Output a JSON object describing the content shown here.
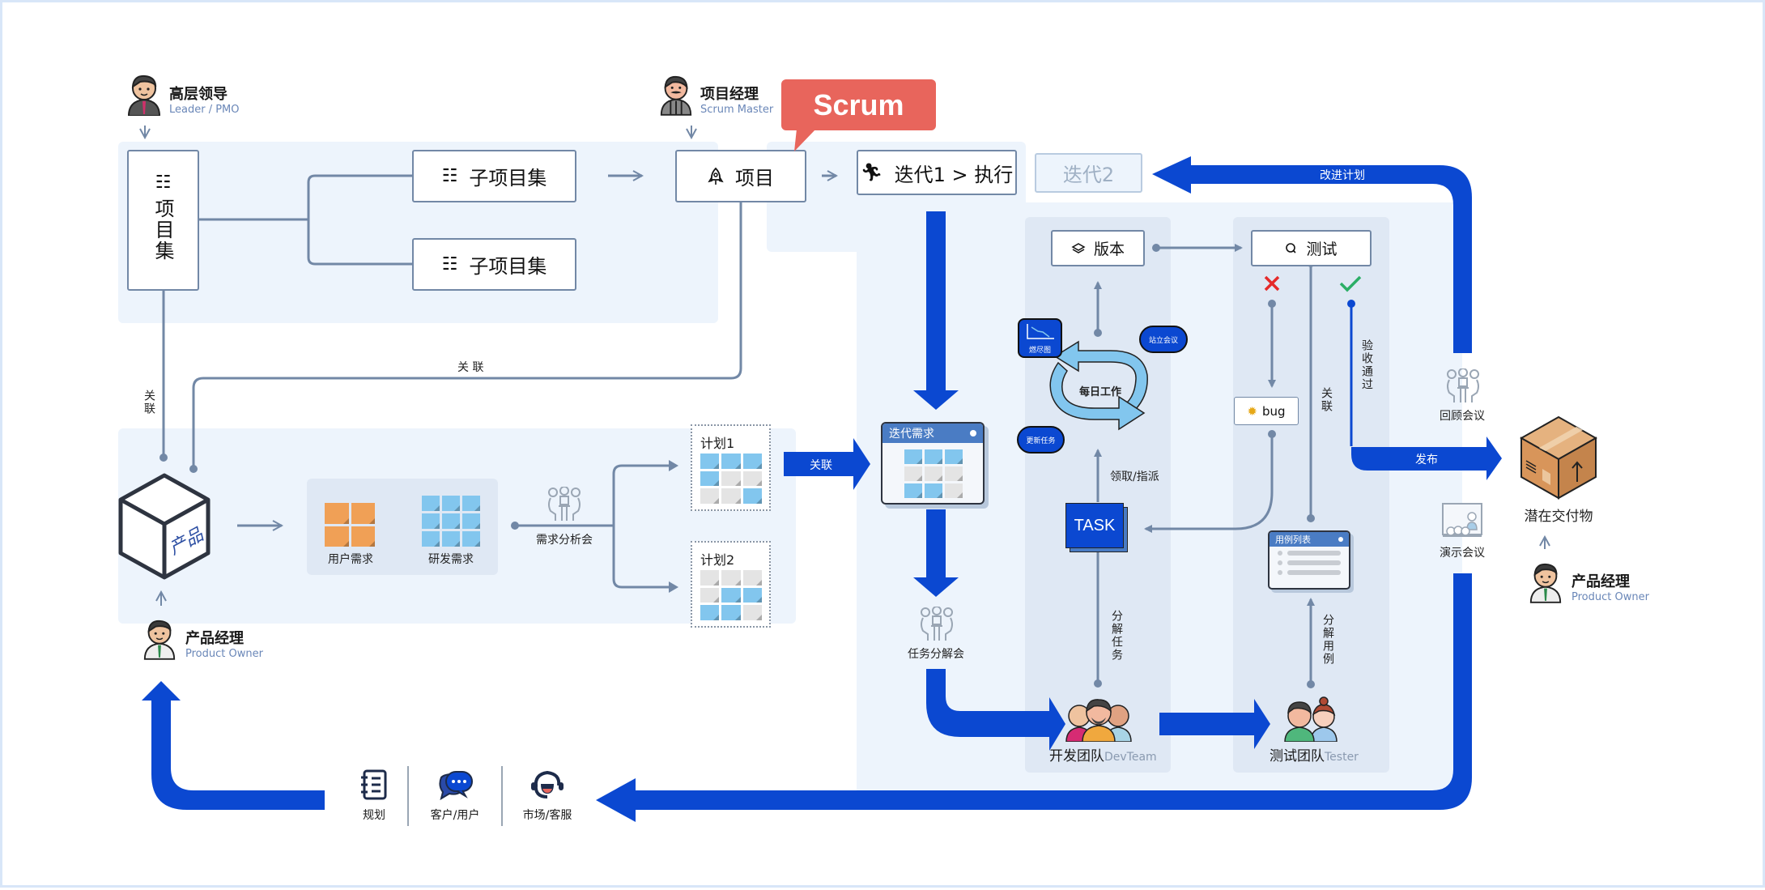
{
  "roles": {
    "leader": {
      "cn": "高层领导",
      "en": "Leader / PMO"
    },
    "scrum_master": {
      "cn": "项目经理",
      "en": "Scrum Master"
    },
    "product_owner_left": {
      "cn": "产品经理",
      "en": "Product Owner"
    },
    "product_owner_right": {
      "cn": "产品经理",
      "en": "Product Owner"
    }
  },
  "portfolio": {
    "program": "项目集",
    "sub_program_1": "子项目集",
    "sub_program_2": "子项目集",
    "project": "项目",
    "scrum_tag": "Scrum",
    "iteration_1": "迭代1 > 执行",
    "iteration_2": "迭代2"
  },
  "links": {
    "relate_vertical": "关联",
    "relate_horizontal": "关 联",
    "relate_arrow": "关联",
    "relate_test": "关联"
  },
  "product": {
    "cube_label": "产品",
    "user_req": "用户需求",
    "dev_req": "研发需求",
    "req_meeting": "需求分析会",
    "plan_1": "计划1",
    "plan_2": "计划2"
  },
  "plan_grids": {
    "plan_1": [
      "blue",
      "blue",
      "blue",
      "blue",
      "gray",
      "gray",
      "gray",
      "gray",
      "blue"
    ],
    "plan_2": [
      "gray",
      "gray",
      "gray",
      "gray",
      "blue",
      "blue",
      "blue",
      "blue",
      "gray"
    ],
    "iteration_req": [
      "blue",
      "blue",
      "blue",
      "gray",
      "gray",
      "gray",
      "blue",
      "blue",
      "gray"
    ]
  },
  "scrum": {
    "iteration_req": "迭代需求",
    "task_meeting": "任务分解会",
    "version": "版本",
    "test": "测试",
    "burndown": "燃尽图",
    "standup": "站立会议",
    "update_task": "更新任务",
    "daily_work": "每日工作",
    "claim_assign": "领取/指派",
    "task": "TASK",
    "bug": "bug",
    "case_list": "用例列表",
    "split_task": "分解任务",
    "split_case": "分解用例",
    "accept_pass": "验收通过",
    "dev_team_cn": "开发团队",
    "dev_team_en": "DevTeam",
    "test_team_cn": "测试团队",
    "test_team_en": "Tester"
  },
  "loop": {
    "improve_plan": "改进计划",
    "release": "发布",
    "retro_meeting": "回顾会议",
    "demo_meeting": "演示会议",
    "deliverable": "潜在交付物"
  },
  "sources": [
    {
      "label": "规划",
      "icon": "plan-list-icon"
    },
    {
      "label": "客户/用户",
      "icon": "chat-bubbles-icon"
    },
    {
      "label": "市场/客服",
      "icon": "headset-icon"
    }
  ],
  "colors": {
    "flow_blue": "#0b48d1",
    "connector": "#7288a6",
    "region_bg": "#edf4fc",
    "column_bg": "#dfe8f4",
    "scrum_tag": "#e8655c",
    "reject": "#e52a2a",
    "accept": "#2bae66"
  }
}
